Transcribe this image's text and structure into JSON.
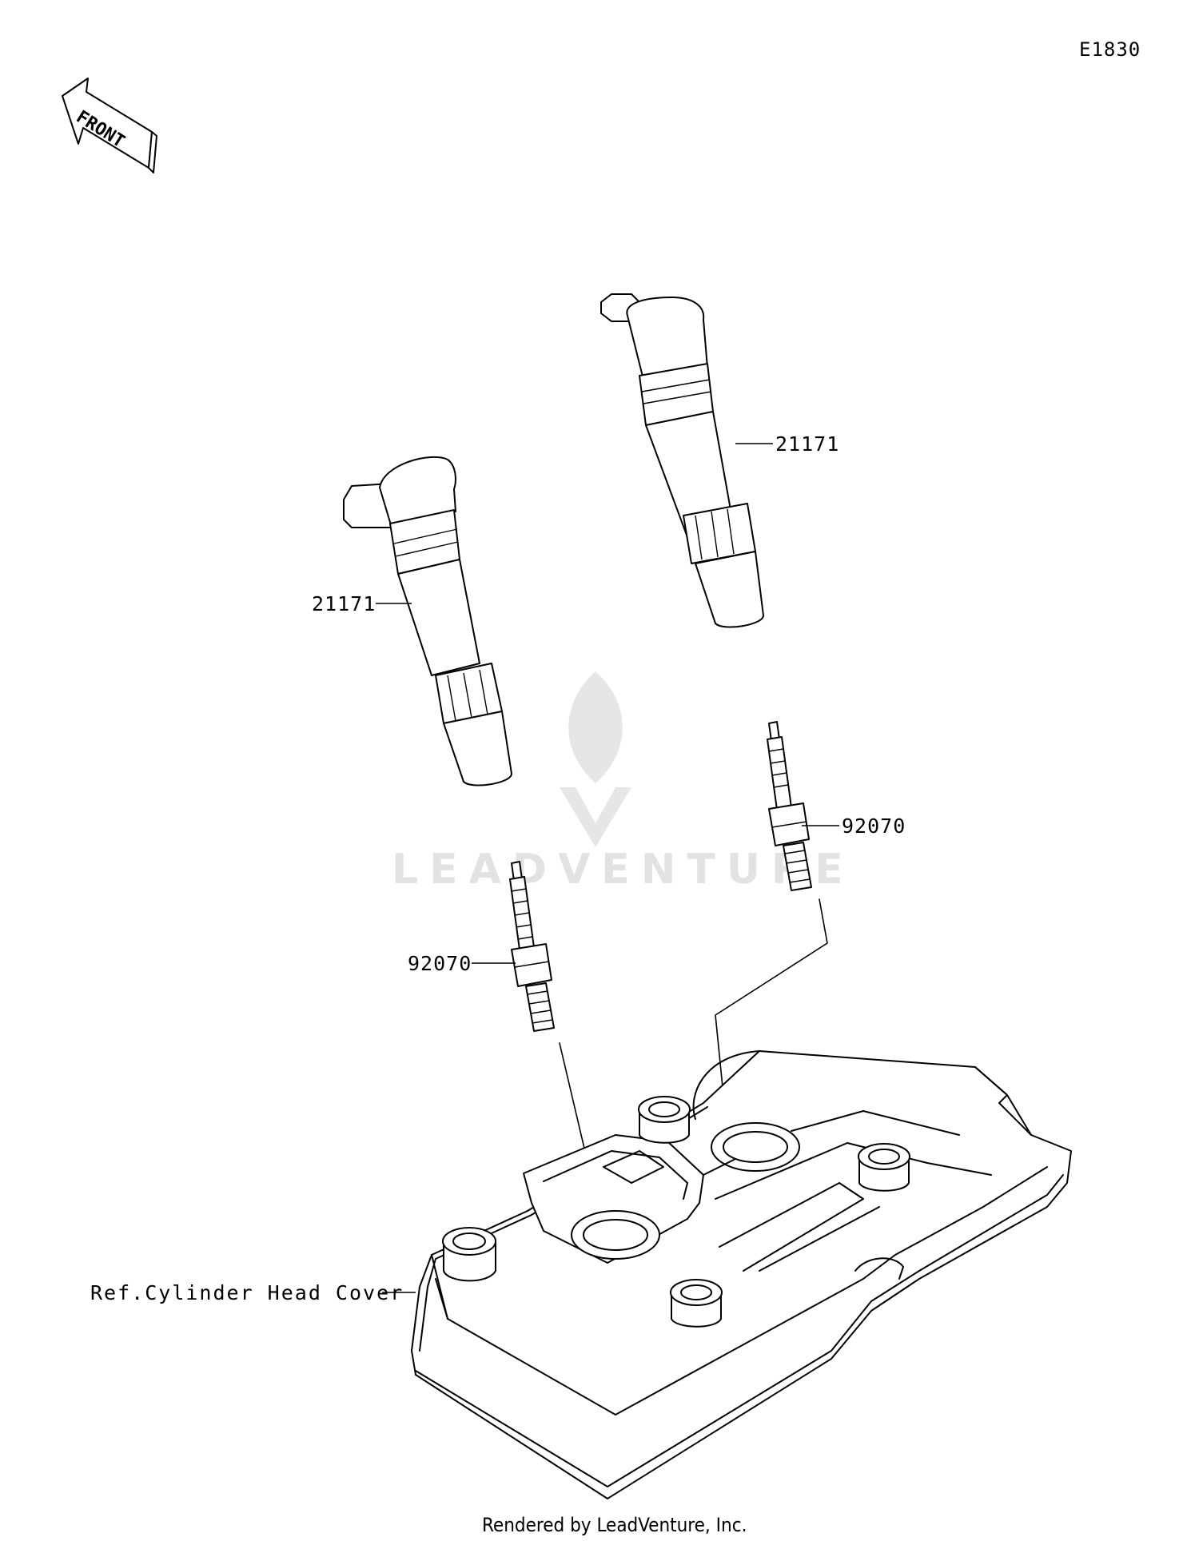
{
  "diagram_code": "E1830",
  "front_arrow_label": "FRONT",
  "parts": [
    {
      "id": "coil-right",
      "number": "21171"
    },
    {
      "id": "coil-left",
      "number": "21171"
    },
    {
      "id": "plug-right",
      "number": "92070"
    },
    {
      "id": "plug-left",
      "number": "92070"
    }
  ],
  "reference_label": "Ref.Cylinder Head Cover",
  "watermark": "LEADVENTURE",
  "footer": "Rendered by LeadVenture, Inc."
}
